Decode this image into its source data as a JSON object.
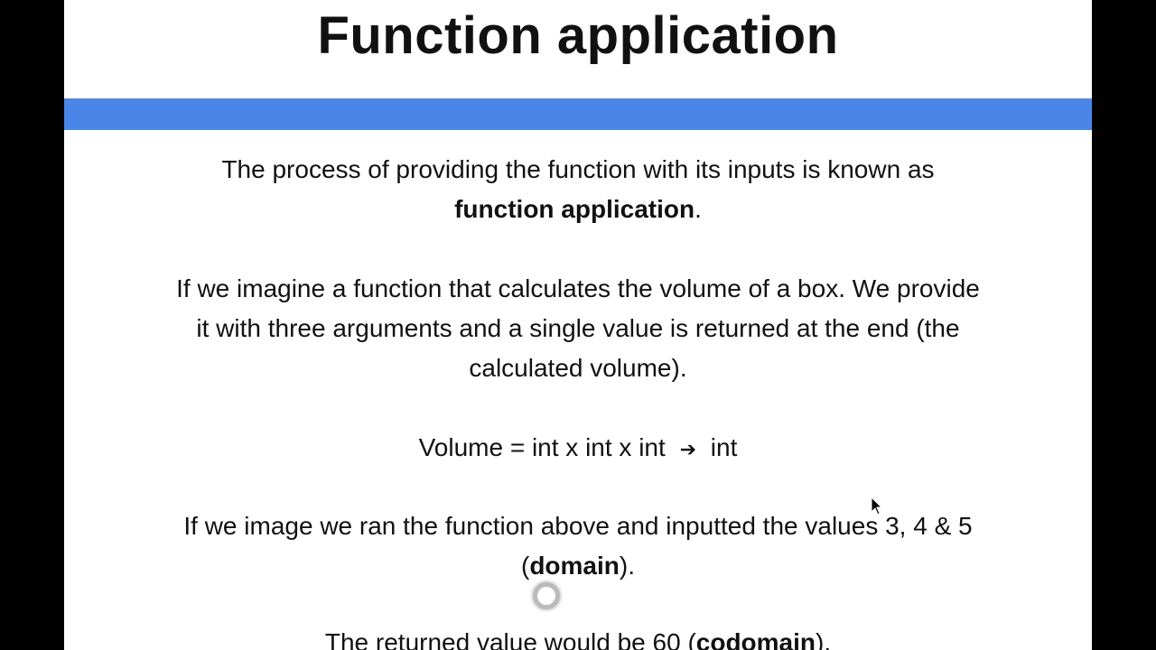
{
  "slide": {
    "title": "Function application",
    "accent_color": "#4a86e8",
    "p1": {
      "line1": "The process of providing the function with its inputs is known as",
      "line2_bold": "function application",
      "line2_end": "."
    },
    "p2": {
      "line1": "If we imagine a function that calculates the volume of a box. We provide",
      "line2": "it with three arguments and a single value is returned at the end (the",
      "line3": "calculated volume)."
    },
    "formula": {
      "left": "Volume = int x int x int",
      "arrow": "➔",
      "right": "int"
    },
    "p3": {
      "line1": "If we image we ran the function above and inputted the values 3, 4 & 5",
      "line2_start": "(",
      "line2_bold": "domain",
      "line2_end": ")."
    },
    "p4": {
      "start": "The returned value would be 60 (",
      "bold": "codomain",
      "end": ")."
    }
  }
}
